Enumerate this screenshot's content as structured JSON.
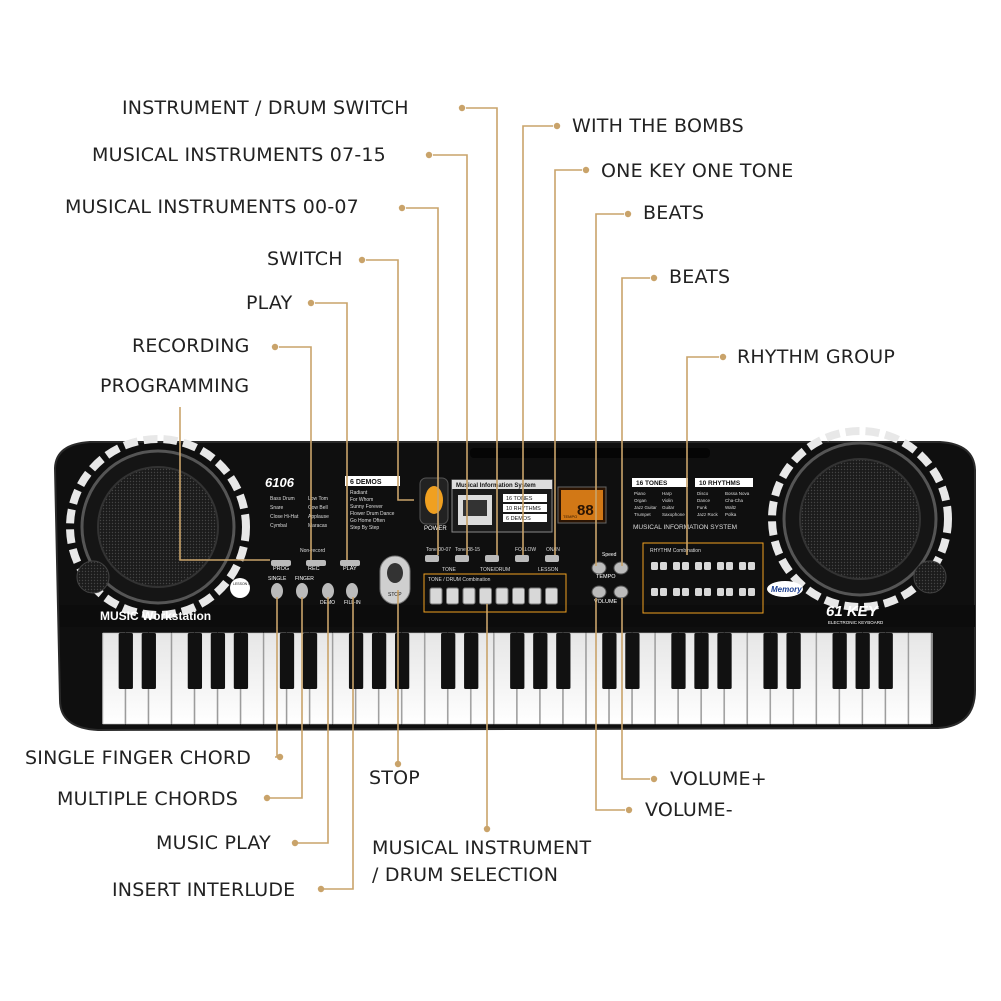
{
  "keyboard": {
    "model": "6106",
    "series": "MUSIC Workstation",
    "key_count": "61 KEY",
    "key_subtitle": "ELECTRONIC KEYBOARD",
    "brand": "Memory",
    "demos_label": "6 DEMOS",
    "tones_label": "16 TONES",
    "rhythms_label": "10 RHYTHMS",
    "info_header": "Musical Information System",
    "info_footer": "MUSICAL INFORMATION SYSTEM",
    "display_digits": "88",
    "display_tempo": "TEMPO",
    "power_label": "POWER",
    "info_list": [
      "16 TONES",
      "10 RHYTHMS",
      "6 DEMOS"
    ],
    "demo_list": [
      "Radiant",
      "For Whom",
      "Sunny Forever",
      "Flower Drum Dance",
      "Go Home Often",
      "Step By Step"
    ],
    "drum_list": [
      "Bass Drum",
      "Low Tom",
      "Snare",
      "Cow Bell",
      "Close Hi-Hat",
      "Applause",
      "Cymbal",
      "Maracas"
    ],
    "tone_list": [
      "Piano",
      "Harp",
      "Organ",
      "Violin",
      "Jazz Guitar",
      "Guitar",
      "Trumpet",
      "Saxophone"
    ],
    "rhythm_list": [
      "Disco",
      "Bossa Nova",
      "Dance",
      "Cha-Cha",
      "Funk",
      "Waltz",
      "Jazz Rock",
      "Polka"
    ],
    "button_labels": {
      "prog": "PROG",
      "rec": "REC",
      "play": "PLAY",
      "single": "SINGLE",
      "finger": "FINGER",
      "demo": "DEMO",
      "fill_in": "FILL-IN",
      "stop": "STOP",
      "tempo": "TEMPO",
      "volume": "VOLUME",
      "speed": "Speed",
      "tone_a": "Tone 00-07",
      "tone_b": "Tone 08-15",
      "follow": "FOLLOW",
      "on_in": "ON/IN",
      "tone": "TONE",
      "tone_drum": "TONE/DRUM",
      "lesson": "LESSON",
      "tone_drum_combo": "TONE / DRUM Combination",
      "rhythm_combo": "RHYTHM Combination",
      "lesson_mode": "LESSON MODE",
      "non_record": "Non-record"
    }
  },
  "callouts": {
    "instrument_drum_switch": "INSTRUMENT / DRUM SWITCH",
    "musical_instruments_07_15": "MUSICAL INSTRUMENTS 07-15",
    "musical_instruments_00_07": "MUSICAL INSTRUMENTS 00-07",
    "switch": "SWITCH",
    "play": "PLAY",
    "recording": "RECORDING",
    "programming": "PROGRAMMING",
    "with_the_bombs": "WITH THE BOMBS",
    "one_key_one_tone": "ONE KEY ONE TONE",
    "beats_1": "BEATS",
    "beats_2": "BEATS",
    "rhythm_group": "RHYTHM GROUP",
    "single_finger_chord": "SINGLE FINGER CHORD",
    "multiple_chords": "MULTIPLE CHORDS",
    "music_play": "MUSIC PLAY",
    "insert_interlude": "INSERT INTERLUDE",
    "stop": "STOP",
    "volume_plus": "VOLUME+",
    "volume_minus": "VOLUME-",
    "musical_instrument_drum_selection_1": "MUSICAL INSTRUMENT",
    "musical_instrument_drum_selection_2": "/ DRUM SELECTION"
  },
  "colors": {
    "leader": "#c9a36a",
    "dot": "#c9a36a",
    "body": "#121212",
    "accent_orange": "#f0a020",
    "display_bg": "#3a1a05",
    "label_text": "#ffffff"
  }
}
